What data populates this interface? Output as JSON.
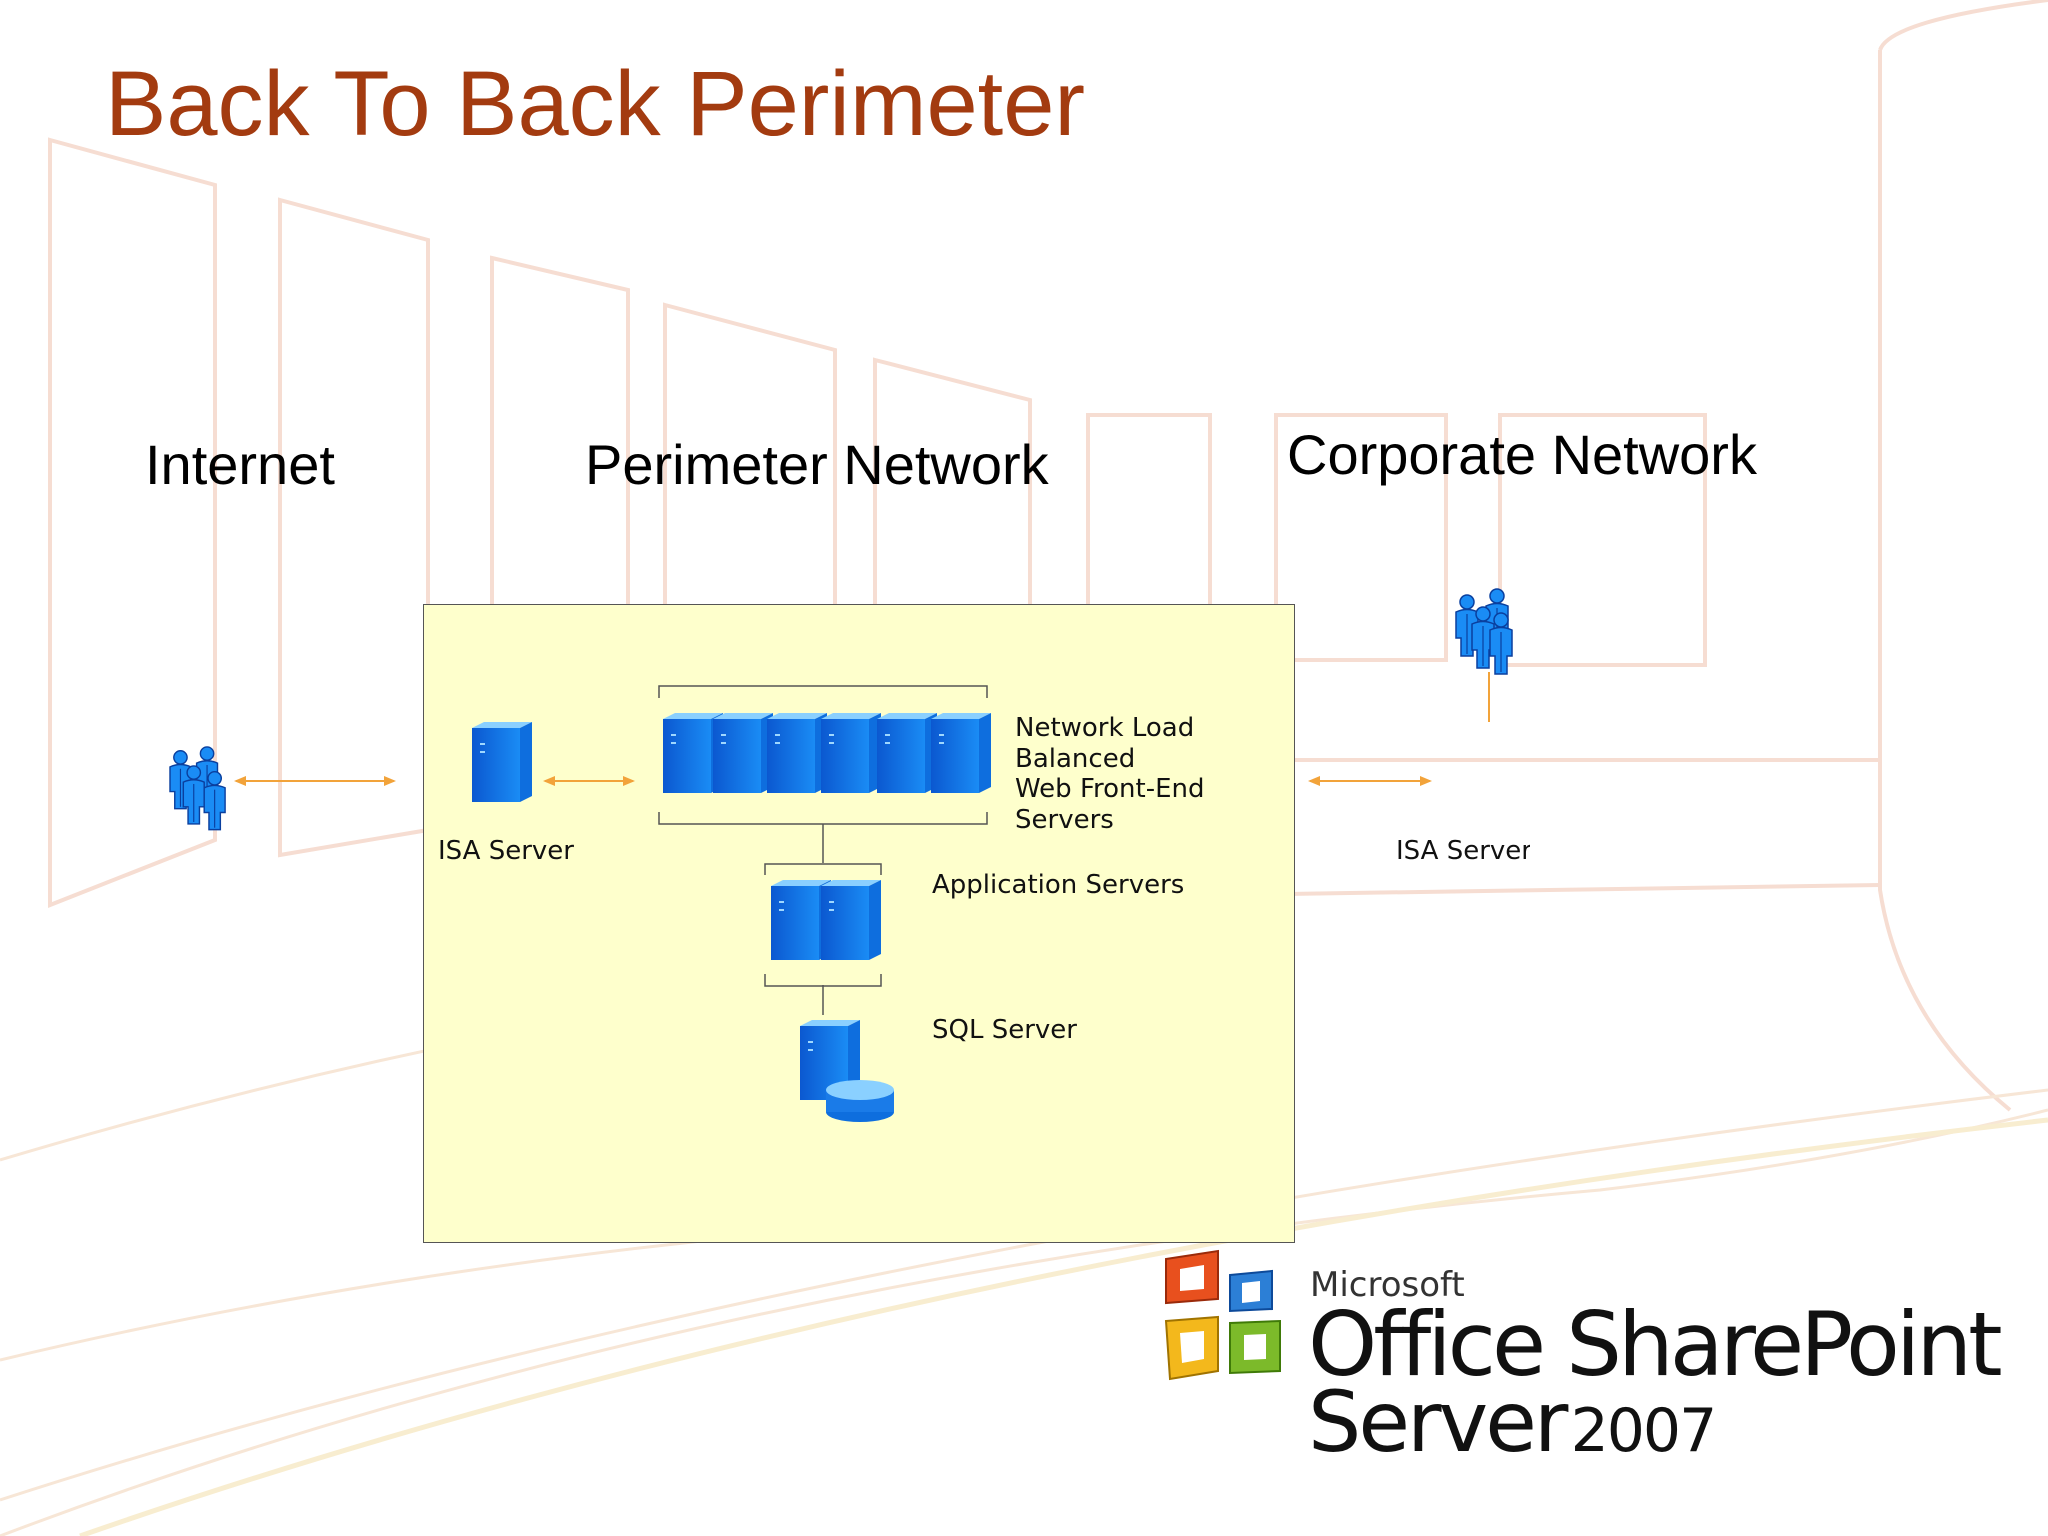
{
  "slide": {
    "title": "Back To Back Perimeter"
  },
  "zones": {
    "internet": "Internet",
    "perimeter": "Perimeter Network",
    "corporate": "Corporate Network"
  },
  "labels": {
    "isa_left": "ISA Server",
    "web_front_end": [
      "Network Load",
      "Balanced",
      "Web Front-End",
      "Servers"
    ],
    "application_servers": "Application Servers",
    "sql_server": "SQL Server",
    "isa_right": "ISA Server"
  },
  "logo": {
    "microsoft": "Microsoft",
    "product": "Office SharePoint",
    "server": "Server",
    "year": "2007"
  },
  "colors": {
    "title": "#a33b10",
    "perimeter_fill": "#feffcc",
    "server_blue": "#1a7be8",
    "arrow": "#f2a33a"
  },
  "icons": {
    "users": "users-group-icon",
    "server": "server-tower-icon",
    "database": "database-icon"
  }
}
